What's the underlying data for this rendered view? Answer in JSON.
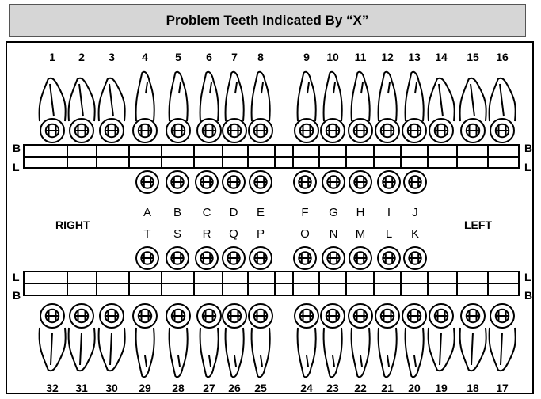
{
  "header": {
    "title": "Problem Teeth Indicated By “X”"
  },
  "chart": {
    "side_right": "RIGHT",
    "side_left": "LEFT",
    "row_b": "B",
    "row_l": "L",
    "upper_permanent": [
      "1",
      "2",
      "3",
      "4",
      "5",
      "6",
      "7",
      "8",
      "9",
      "10",
      "11",
      "12",
      "13",
      "14",
      "15",
      "16"
    ],
    "upper_primary": [
      "A",
      "B",
      "C",
      "D",
      "E",
      "F",
      "G",
      "H",
      "I",
      "J"
    ],
    "lower_primary": [
      "T",
      "S",
      "R",
      "Q",
      "P",
      "O",
      "N",
      "M",
      "L",
      "K"
    ],
    "lower_permanent": [
      "32",
      "31",
      "30",
      "29",
      "28",
      "27",
      "26",
      "25",
      "24",
      "23",
      "22",
      "21",
      "20",
      "19",
      "18",
      "17"
    ]
  }
}
